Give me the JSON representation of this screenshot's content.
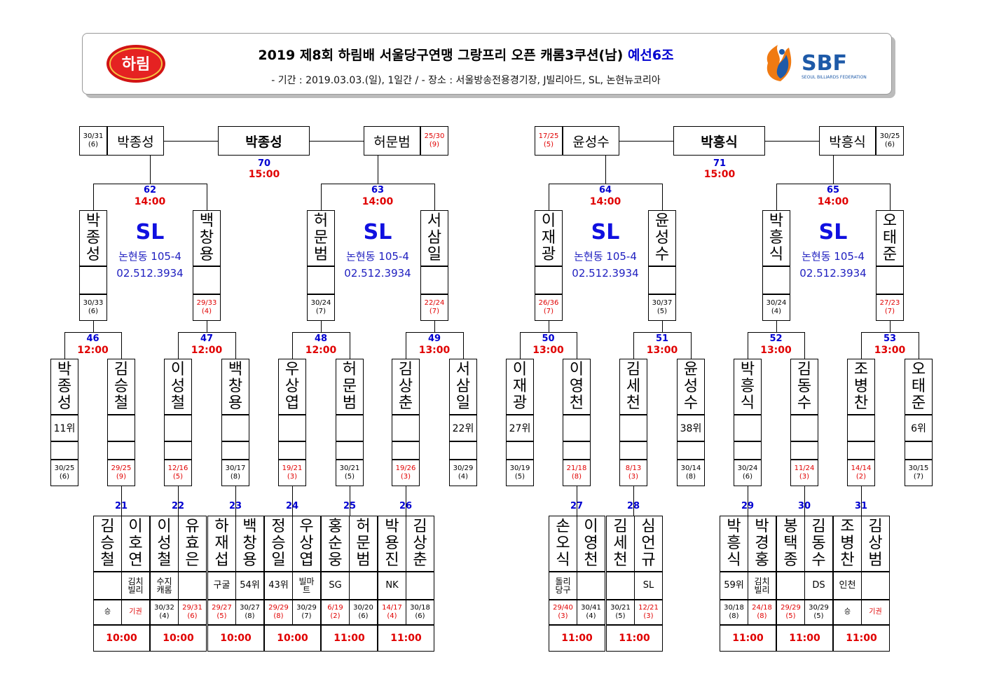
{
  "header": {
    "title": "2019 제8회 하림배 서울당구연맹 그랑프리 오픈 캐롬3쿠션(남)",
    "title_highlight": "예선6조",
    "subtitle": "- 기간 : 2019.03.03.(일), 1일간 / - 장소 : 서울방송전용경기장, J빌리아드, SL, 논현뉴코리아",
    "logo_left": "하림",
    "logo_right": "SBF",
    "logo_right_sub": "SEOUL BILLIARDS FEDERATION"
  },
  "colors": {
    "blue": "#0000d0",
    "red": "#e00000"
  },
  "finals": [
    {
      "left": "박종성",
      "left_score": "30/31",
      "left_rank": "(6)",
      "left_red": false,
      "winner": "박종성",
      "right": "허문범",
      "right_score": "25/30",
      "right_rank": "(9)",
      "right_red": true,
      "match": "70",
      "time": "15:00"
    },
    {
      "left": "윤성수",
      "left_score": "17/25",
      "left_rank": "(5)",
      "left_red": true,
      "winner": "박흥식",
      "right": "박흥식",
      "right_score": "30/25",
      "right_rank": "(6)",
      "right_red": false,
      "match": "71",
      "time": "15:00"
    }
  ],
  "semis": [
    {
      "match": "62",
      "time": "14:00",
      "left": "박종성",
      "right": "백창용",
      "ls": "30/33",
      "lr": "(6)",
      "lred": false,
      "rs": "29/33",
      "rr": "(4)",
      "rred": true
    },
    {
      "match": "63",
      "time": "14:00",
      "left": "허문범",
      "right": "서삼일",
      "ls": "30/24",
      "lr": "(7)",
      "lred": false,
      "rs": "22/24",
      "rr": "(7)",
      "rred": true
    },
    {
      "match": "64",
      "time": "14:00",
      "left": "이재광",
      "right": "윤성수",
      "ls": "26/36",
      "lr": "(7)",
      "lred": true,
      "rs": "30/37",
      "rr": "(5)",
      "rred": false
    },
    {
      "match": "65",
      "time": "14:00",
      "left": "박흥식",
      "right": "오태준",
      "ls": "30/24",
      "lr": "(4)",
      "lred": false,
      "rs": "27/23",
      "rr": "(7)",
      "rred": true
    }
  ],
  "venue": {
    "name": "SL",
    "address": "논현동 105-4",
    "phone": "02.512.3934"
  },
  "round16": [
    {
      "match": "46",
      "time": "12:00",
      "left": "박종성",
      "lrank": "11위",
      "ls": "30/25",
      "lr": "(6)",
      "lred": false,
      "right": "김승철",
      "rrank": "",
      "rs": "29/25",
      "rr": "(9)",
      "rred": true
    },
    {
      "match": "47",
      "time": "12:00",
      "left": "이성철",
      "lrank": "",
      "ls": "12/16",
      "lr": "(5)",
      "lred": true,
      "right": "백창용",
      "rrank": "",
      "rs": "30/17",
      "rr": "(8)",
      "rred": false
    },
    {
      "match": "48",
      "time": "12:00",
      "left": "우상엽",
      "lrank": "",
      "ls": "19/21",
      "lr": "(3)",
      "lred": true,
      "right": "허문범",
      "rrank": "",
      "rs": "30/21",
      "rr": "(5)",
      "rred": false
    },
    {
      "match": "49",
      "time": "13:00",
      "left": "김상춘",
      "lrank": "",
      "ls": "19/26",
      "lr": "(3)",
      "lred": true,
      "right": "서삼일",
      "rrank": "22위",
      "rs": "30/29",
      "rr": "(4)",
      "rred": false
    },
    {
      "match": "50",
      "time": "13:00",
      "left": "이재광",
      "lrank": "27위",
      "ls": "30/19",
      "lr": "(5)",
      "lred": false,
      "right": "이영천",
      "rrank": "",
      "rs": "21/18",
      "rr": "(8)",
      "rred": true
    },
    {
      "match": "51",
      "time": "13:00",
      "left": "김세천",
      "lrank": "",
      "ls": "8/13",
      "lr": "(3)",
      "lred": true,
      "right": "윤성수",
      "rrank": "38위",
      "rs": "30/14",
      "rr": "(8)",
      "rred": false
    },
    {
      "match": "52",
      "time": "13:00",
      "left": "박흥식",
      "lrank": "",
      "ls": "30/24",
      "lr": "(6)",
      "lred": false,
      "right": "김동수",
      "rrank": "",
      "rs": "11/24",
      "rr": "(3)",
      "rred": true
    },
    {
      "match": "53",
      "time": "13:00",
      "left": "조병찬",
      "lrank": "",
      "ls": "14/14",
      "lr": "(2)",
      "lred": true,
      "right": "오태준",
      "rrank": "6위",
      "rs": "30/15",
      "rr": "(7)",
      "rred": false
    }
  ],
  "round32": [
    {
      "match": "21",
      "time": "10:00",
      "a": {
        "name": "김승철",
        "club": "",
        "score": "승",
        "rank": "",
        "red": false
      },
      "b": {
        "name": "이호연",
        "club": "김치\n빌리",
        "score": "기권",
        "rank": "",
        "red": true
      }
    },
    {
      "match": "22",
      "time": "10:00",
      "a": {
        "name": "이성철",
        "club": "수지\n캐롬",
        "score": "30/32",
        "rank": "(4)",
        "red": false
      },
      "b": {
        "name": "유효은",
        "club": "",
        "score": "29/31",
        "rank": "(6)",
        "red": true
      }
    },
    {
      "match": "23",
      "time": "10:00",
      "a": {
        "name": "하재섭",
        "club": "구굴",
        "score": "29/27",
        "rank": "(5)",
        "red": true
      },
      "b": {
        "name": "백창용",
        "club": "54위",
        "score": "30/27",
        "rank": "(8)",
        "red": false
      }
    },
    {
      "match": "24",
      "time": "10:00",
      "a": {
        "name": "정승일",
        "club": "43위",
        "score": "29/29",
        "rank": "(8)",
        "red": true
      },
      "b": {
        "name": "우상엽",
        "club": "빌마\n트",
        "score": "30/29",
        "rank": "(7)",
        "red": false
      }
    },
    {
      "match": "25",
      "time": "11:00",
      "a": {
        "name": "홍순웅",
        "club": "SG",
        "score": "6/19",
        "rank": "(2)",
        "red": true
      },
      "b": {
        "name": "허문범",
        "club": "",
        "score": "30/20",
        "rank": "(6)",
        "red": false
      }
    },
    {
      "match": "26",
      "time": "11:00",
      "a": {
        "name": "박용진",
        "club": "NK",
        "score": "14/17",
        "rank": "(4)",
        "red": true
      },
      "b": {
        "name": "김상춘",
        "club": "",
        "score": "30/18",
        "rank": "(6)",
        "red": false
      }
    },
    {
      "match": "27",
      "time": "11:00",
      "a": {
        "name": "손오식",
        "club": "돌리\n당구",
        "score": "29/40",
        "rank": "(3)",
        "red": true
      },
      "b": {
        "name": "이영천",
        "club": "",
        "score": "30/41",
        "rank": "(4)",
        "red": false
      }
    },
    {
      "match": "28",
      "time": "11:00",
      "a": {
        "name": "김세천",
        "club": "",
        "score": "30/21",
        "rank": "(5)",
        "red": false
      },
      "b": {
        "name": "심언규",
        "club": "SL",
        "score": "12/21",
        "rank": "(3)",
        "red": true
      }
    },
    {
      "match": "29",
      "time": "11:00",
      "a": {
        "name": "박흥식",
        "club": "59위",
        "score": "30/18",
        "rank": "(8)",
        "red": false
      },
      "b": {
        "name": "박경홍",
        "club": "김치\n빌리",
        "score": "24/18",
        "rank": "(8)",
        "red": true
      }
    },
    {
      "match": "30",
      "time": "11:00",
      "a": {
        "name": "봉택종",
        "club": "",
        "score": "29/29",
        "rank": "(5)",
        "red": true
      },
      "b": {
        "name": "김동수",
        "club": "DS",
        "score": "30/29",
        "rank": "(5)",
        "red": false
      }
    },
    {
      "match": "31",
      "time": "11:00",
      "a": {
        "name": "조병찬",
        "club": "인천",
        "score": "승",
        "rank": "",
        "red": false
      },
      "b": {
        "name": "김상범",
        "club": "",
        "score": "기권",
        "rank": "",
        "red": true
      }
    }
  ]
}
